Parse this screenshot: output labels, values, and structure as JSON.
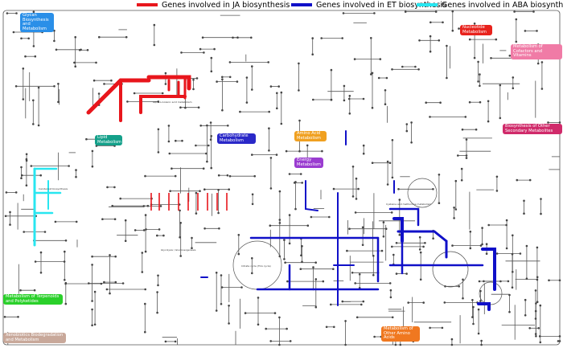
{
  "legend": [
    {
      "label": "Genes involved in JA biosynthesis",
      "color": "#e8161c"
    },
    {
      "label": "Genes involved in ET biosynthesis",
      "color": "#1010c8"
    },
    {
      "label": "Genes involved in ABA biosynthesis",
      "color": "#28e6f0"
    }
  ],
  "categories": {
    "glycan": {
      "label": "Glycan Biosynthesis and Metabolism",
      "color": "#2a8fe8"
    },
    "nucleotide": {
      "label": "Nucleotide Metabolism",
      "color": "#e8221c"
    },
    "cofactors": {
      "label": "Metabolism of Cofactors and Vitamins",
      "color": "#f07ba6"
    },
    "lipid": {
      "label": "Lipid Metabolism",
      "color": "#14a08a"
    },
    "carbohydrate": {
      "label": "Carbohydrate Metabolism",
      "color": "#2a28c8"
    },
    "aminoacid": {
      "label": "Amino Acid Metabolism",
      "color": "#f0a020"
    },
    "energy": {
      "label": "Energy Metabolism",
      "color": "#9a3cd0"
    },
    "secondary": {
      "label": "Biosynthesis of Other Secondary Metabolites",
      "color": "#d02a6a"
    },
    "terpenoids": {
      "label": "Metabolism of Terpenoids and Polyketides",
      "color": "#2ad02a"
    },
    "other_amino": {
      "label": "Metabolism of Other Amino Acids",
      "color": "#f07820"
    },
    "xenobiotics": {
      "label": "Xenobiotics Biodegradation and Metabolism",
      "color": "#c8a89a"
    }
  },
  "labels": {
    "glycolysis": "Glycolysis / Gluconeogenesis",
    "citrate": "Citrate cycle (TCA cycle)",
    "alpha_linolenic": "alpha-Linolenic acid metabolism",
    "cysteine_methionine": "Cysteine and methionine metabolism",
    "carotenoid": "Carotenoid biosynthesis"
  }
}
